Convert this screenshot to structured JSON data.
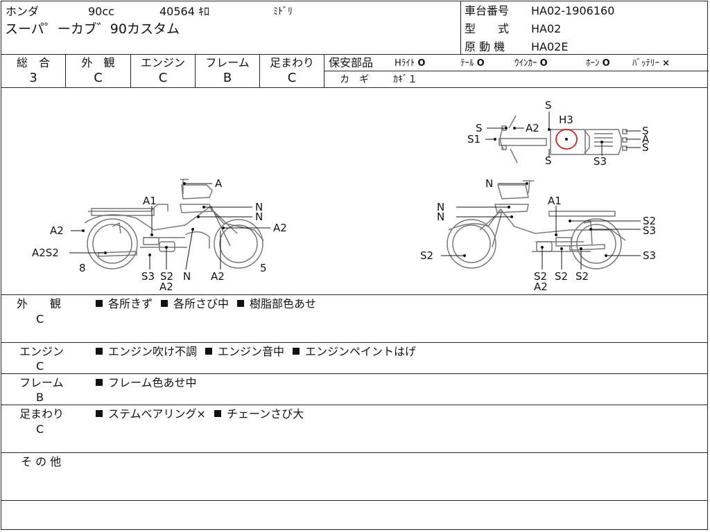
{
  "header": {
    "maker": "ホンダ",
    "cc": "90cc",
    "mileage": "40564 ｷﾛ",
    "color": "ﾐﾄﾞﾘ",
    "model_name": "スーパ゜ーカブ゛90カスタム",
    "frame_no_label": "車台番号",
    "frame_no": "HA02-1906160",
    "type_label": "型　　式",
    "type": "HA02",
    "engine_label": "原 動 機",
    "engine": "HA02E"
  },
  "grades": {
    "headers": [
      "総　合",
      "外　観",
      "エンジン",
      "フレーム",
      "足まわり"
    ],
    "values": [
      "3",
      "C",
      "C",
      "B",
      "C"
    ]
  },
  "safety": {
    "label": "保安部品",
    "items": [
      {
        "name": "Hﾗｲﾄ",
        "mark": "O"
      },
      {
        "name": "ﾃｰﾙ",
        "mark": "O"
      },
      {
        "name": "ｳｲﾝｶｰ",
        "mark": "O"
      },
      {
        "name": "ﾎｰﾝ",
        "mark": "O"
      },
      {
        "name": "ﾊﾞｯﾃﾘｰ",
        "mark": "×"
      }
    ],
    "key_label": "カ　ギ",
    "key_value": "ｶｷﾞ１"
  },
  "diagram_labels": {
    "left": {
      "A_top": "A",
      "A1": "A1",
      "N1": "N",
      "N2": "N",
      "A2_right": "A2",
      "A2_left": "A2",
      "A2S2": "A2S2",
      "eight": "8",
      "S3": "S3",
      "S2": "S2",
      "A2_bottom": "A2",
      "N_bottom": "N",
      "A2_front": "A2",
      "five": "5"
    },
    "top": {
      "S_top": "S",
      "S_left": "S",
      "A2": "A2",
      "S1": "S1",
      "H3": "H3",
      "S_bottom": "S",
      "S_r1": "S",
      "A_r": "A",
      "S_r2": "S",
      "S3": "S3"
    },
    "right": {
      "N_top": "N",
      "N1": "N",
      "N2": "N",
      "A1": "A1",
      "S2_a": "S2",
      "S3_a": "S3",
      "S2_left": "S2",
      "S3_b": "S3",
      "S2_b1": "S2",
      "S2_b2": "S2",
      "S2_b3": "S2",
      "A2_bottom": "A2"
    }
  },
  "details": [
    {
      "label": "外　　観",
      "grade": "C",
      "items": [
        "各所きず",
        "各所さび中",
        "樹脂部色あせ"
      ]
    },
    {
      "label": "エンジン",
      "grade": "C",
      "items": [
        "エンジン吹け不調",
        "エンジン音中",
        "エンジンペイントはげ"
      ]
    },
    {
      "label": "フレーム",
      "grade": "B",
      "items": [
        "フレーム色あせ中"
      ]
    },
    {
      "label": "足まわり",
      "grade": "C",
      "items": [
        "ステムベアリング×",
        "チェーンさび大"
      ]
    }
  ],
  "other_label": "そ の 他",
  "colors": {
    "mark_red": "#cc2222",
    "line": "#222222"
  }
}
